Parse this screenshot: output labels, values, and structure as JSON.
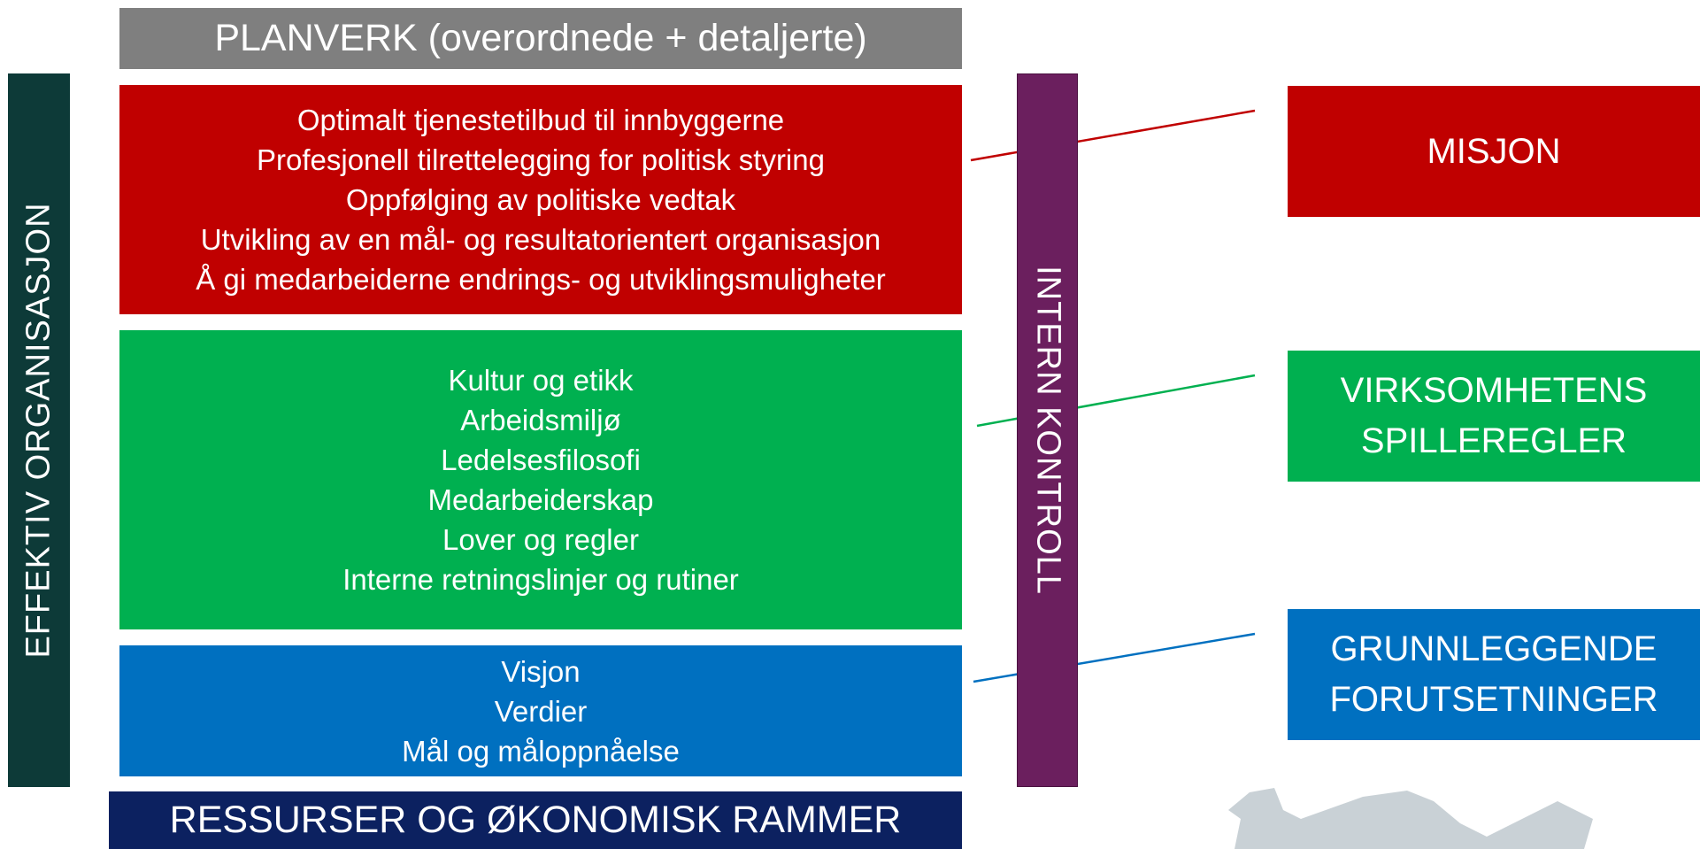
{
  "top_banner": {
    "text": "PLANVERK (overordnede + detaljerte)",
    "color": "#7f7f7f"
  },
  "left_bar": {
    "text": "EFFEKTIV ORGANISASJON",
    "color": "#0d3a38"
  },
  "control_bar": {
    "text": "INTERN KONTROLL",
    "color": "#6b1f5e"
  },
  "bottom_banner": {
    "text": "RESSURSER OG ØKONOMISK RAMMER",
    "color": "#0c2160"
  },
  "red_box": {
    "color": "#c00000",
    "lines": [
      "Optimalt tjenestetilbud til innbyggerne",
      "Profesjonell tilrettelegging for politisk styring",
      "Oppfølging av politiske vedtak",
      "Utvikling av en mål- og resultatorientert organisasjon",
      "Å gi medarbeiderne endrings- og utviklingsmuligheter"
    ]
  },
  "green_box": {
    "color": "#00b050",
    "lines": [
      "Kultur og etikk",
      "Arbeidsmiljø",
      "Ledelsesfilosofi",
      "Medarbeiderskap",
      "Lover og regler",
      "Interne retningslinjer og rutiner"
    ]
  },
  "blue_box": {
    "color": "#0070c0",
    "lines": [
      "Visjon",
      "Verdier",
      "Mål og måloppnåelse"
    ]
  },
  "right_labels": {
    "misjon": {
      "lines": [
        "MISJON"
      ],
      "color": "#c00000"
    },
    "spilleregler": {
      "lines": [
        "VIRKSOMHETENS",
        "SPILLEREGLER"
      ],
      "color": "#00b050"
    },
    "forutsetninger": {
      "lines": [
        "GRUNNLEGGENDE",
        "FORUTSETNINGER"
      ],
      "color": "#0070c0"
    }
  },
  "decor": {
    "color": "#c9d1d6"
  }
}
